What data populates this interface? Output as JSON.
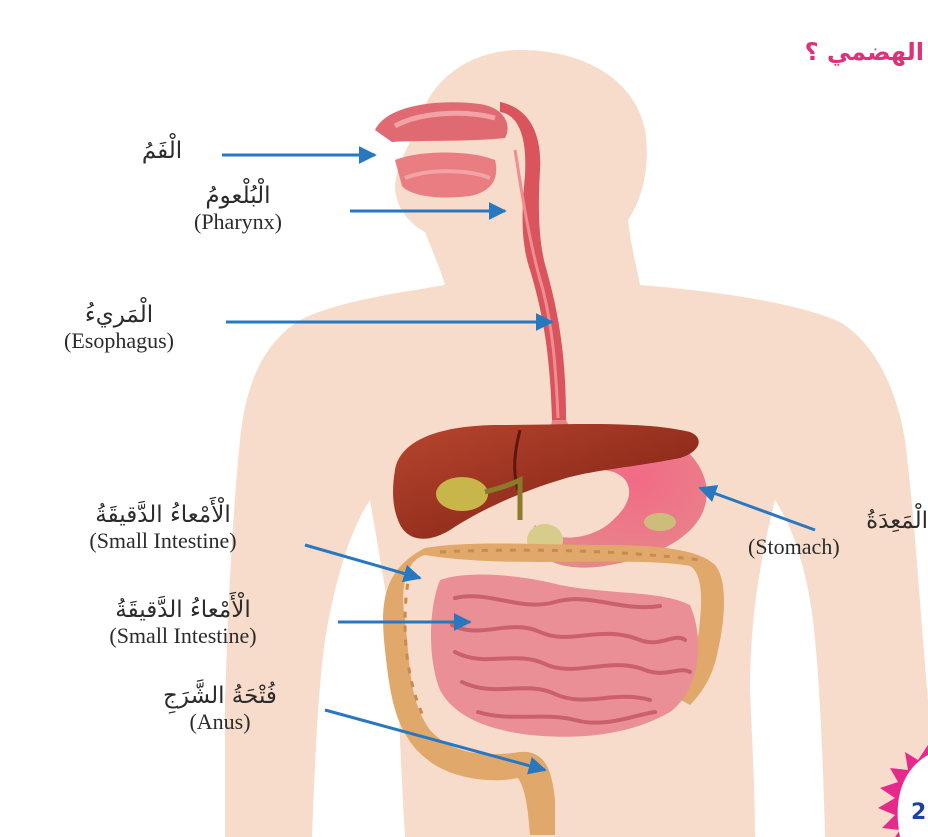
{
  "title": "الهضمي ؟",
  "labels": {
    "mouth": {
      "ar": "الْفَمُ"
    },
    "pharynx": {
      "ar": "الْبُلْعومُ",
      "en": "(Pharynx)"
    },
    "esophagus": {
      "ar": "الْمَريءُ",
      "en": "(Esophagus)"
    },
    "stomach": {
      "ar": "الْمَعِدَةُ",
      "en": "(Stomach)"
    },
    "large_intestine": {
      "ar": "الْأَمْعاءُ الدَّقيقَةُ",
      "en": "(Small Intestine)"
    },
    "small_intestine": {
      "ar": "الْأَمْعاءُ الدَّقيقَةُ",
      "en": "(Small Intestine)"
    },
    "anus": {
      "ar": "فُتْحَةُ الشَّرَجِ",
      "en": "(Anus)"
    }
  },
  "page_badge": "2",
  "colors": {
    "arrow": "#2878c0",
    "body": "#f8dccb",
    "title": "#e0307a",
    "badge": "#e62a8c"
  }
}
